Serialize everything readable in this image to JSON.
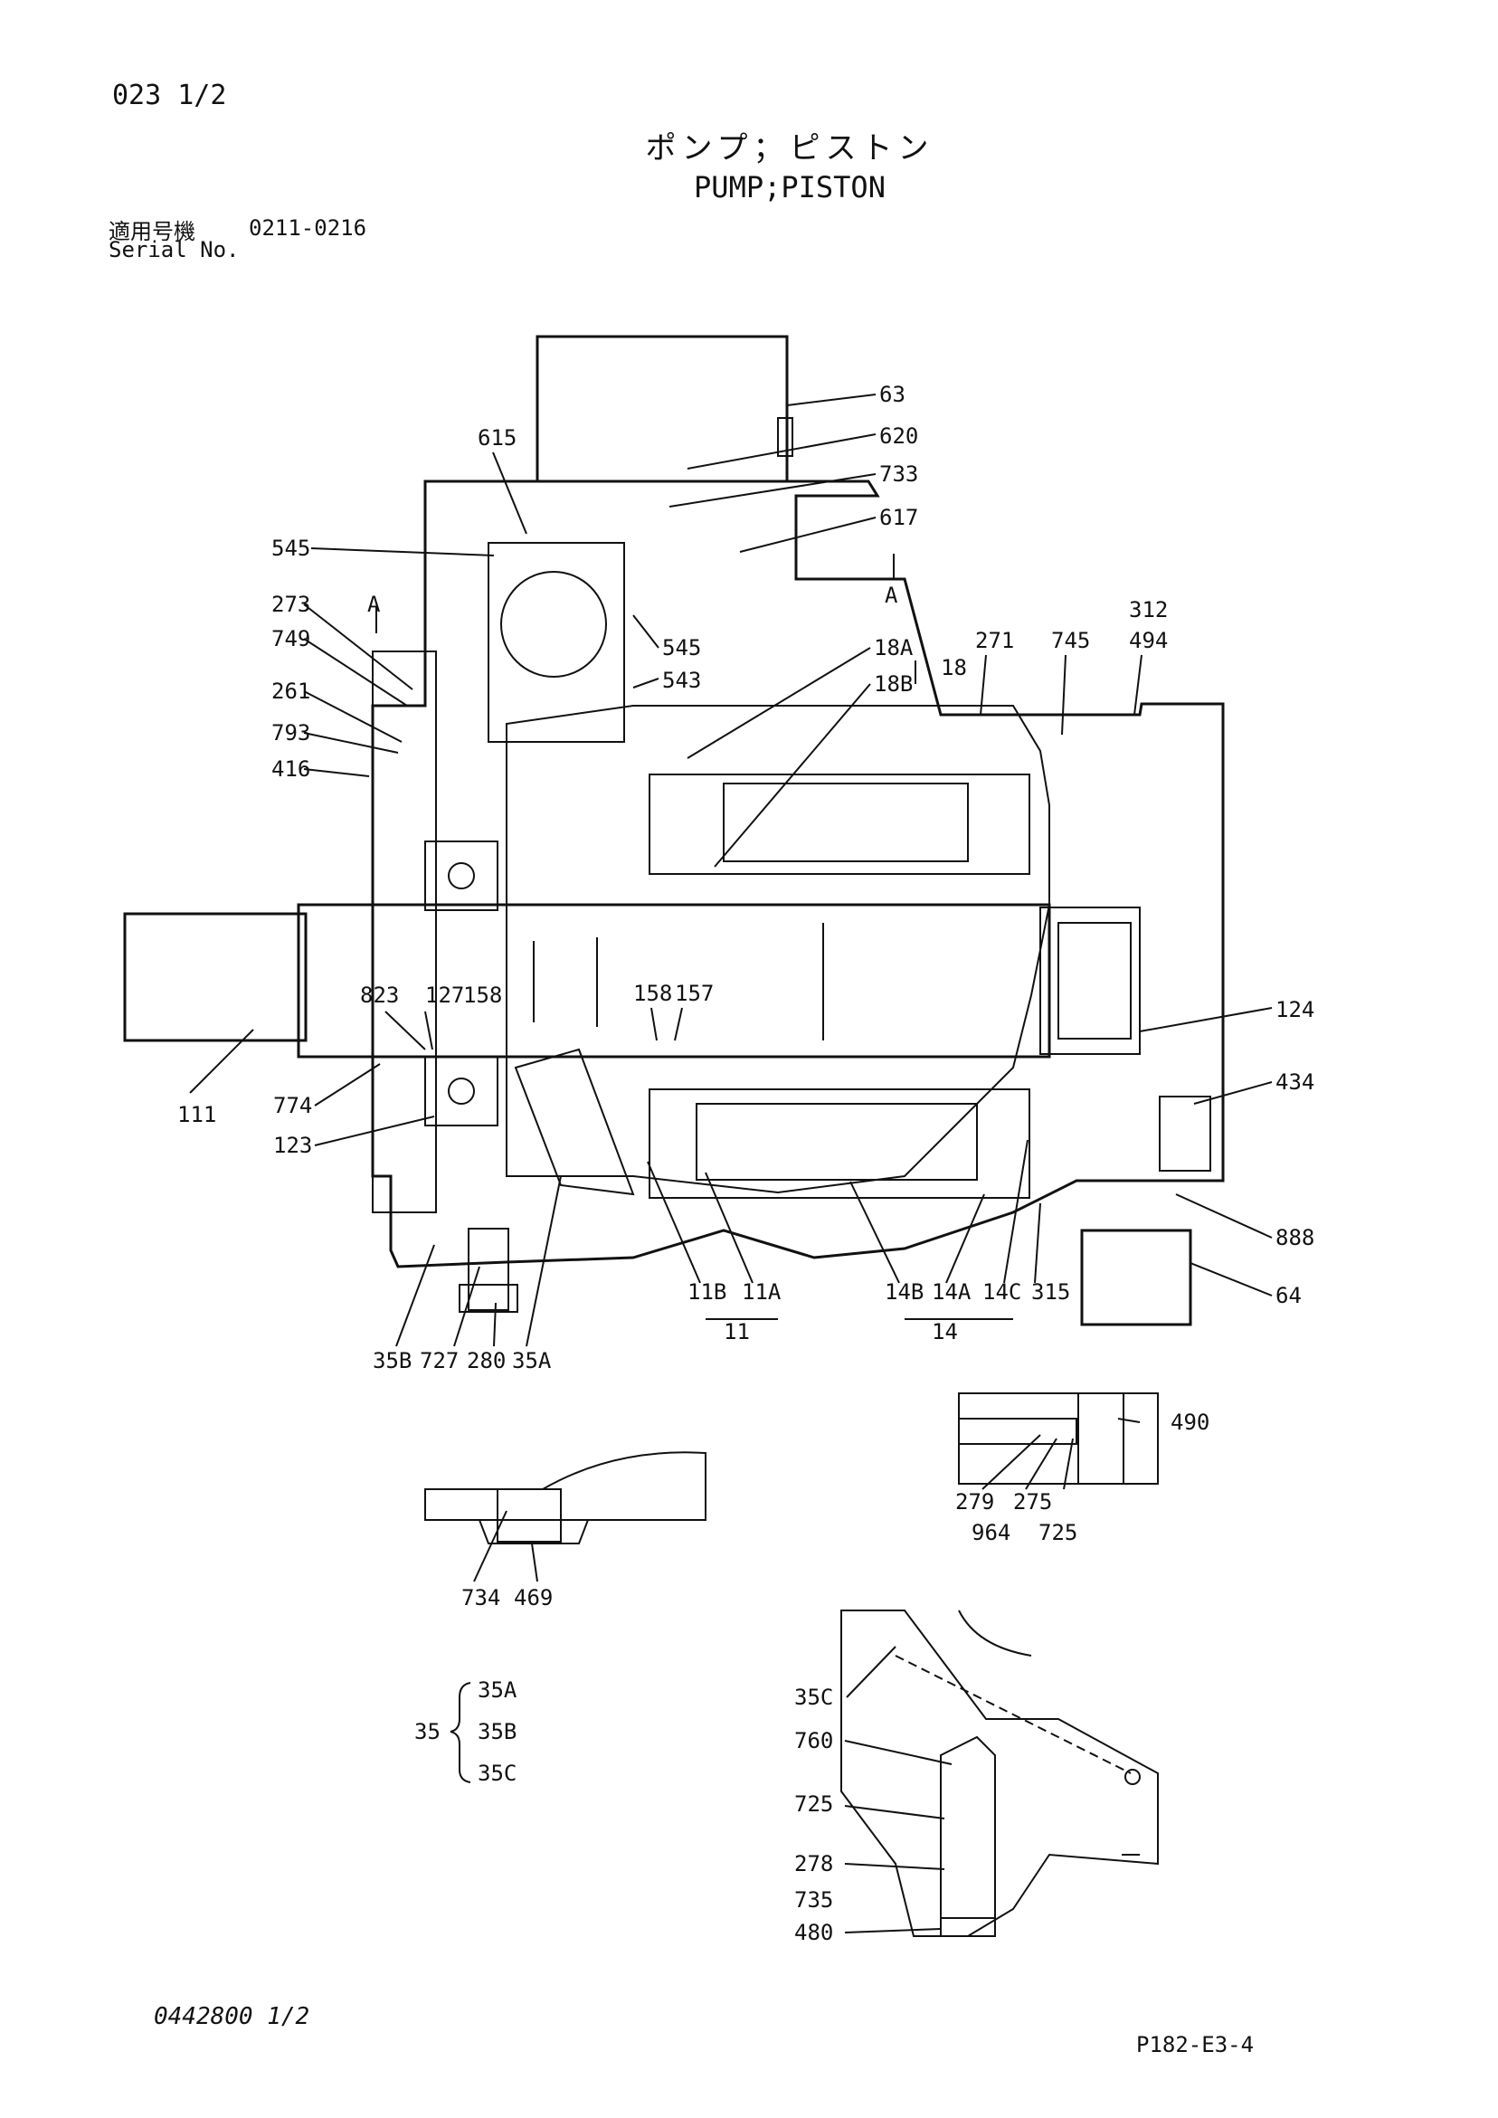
{
  "header": {
    "page_number": "023 1/2",
    "title_jp": "ポンプ；ピストン",
    "title_en": "PUMP;PISTON",
    "serial_label_jp": "適用号機",
    "serial_label_en": "Serial No.",
    "serial_range": "0211-0216"
  },
  "footer": {
    "document_number": "0442800 1/2",
    "page_code": "P182-E3-4"
  },
  "section_marker": "A",
  "callouts": {
    "c63": "63",
    "c615": "615",
    "c620": "620",
    "c733": "733",
    "c617": "617",
    "c545a": "545",
    "c545b": "545",
    "c543": "543",
    "c273": "273",
    "c749": "749",
    "c261": "261",
    "c793": "793",
    "c416": "416",
    "c18A": "18A",
    "c18B": "18B",
    "c18": "18",
    "c271": "271",
    "c745": "745",
    "c312": "312",
    "c494": "494",
    "c823": "823",
    "c127": "127",
    "c158a": "158",
    "c158b": "158",
    "c157": "157",
    "c124": "124",
    "c111": "111",
    "c774": "774",
    "c123": "123",
    "c434": "434",
    "c888": "888",
    "c64": "64",
    "c11B": "11B",
    "c11A": "11A",
    "c11": "11",
    "c14B": "14B",
    "c14A": "14A",
    "c14C": "14C",
    "c315": "315",
    "c14": "14",
    "c35B": "35B",
    "c727": "727",
    "c280": "280",
    "c35A": "35A",
    "c490": "490",
    "c279": "279",
    "c275": "275",
    "c964": "964",
    "c725a": "725",
    "c734": "734",
    "c469": "469",
    "c35C": "35C",
    "c760": "760",
    "c725b": "725",
    "c278": "278",
    "c735": "735",
    "c480": "480"
  },
  "group_35": {
    "parent": "35",
    "children": [
      "35A",
      "35B",
      "35C"
    ]
  }
}
